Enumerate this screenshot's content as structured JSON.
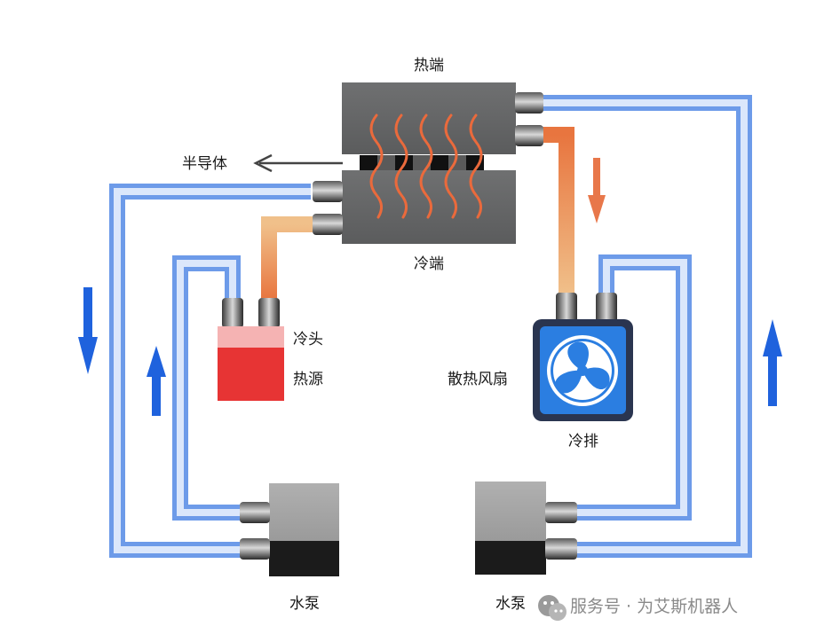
{
  "labels": {
    "hot_side": "热端",
    "cold_side": "冷端",
    "semiconductor": "半导体",
    "cold_head": "冷头",
    "heat_source": "热源",
    "fan": "散热风扇",
    "radiator": "冷排",
    "pump_left": "水泵",
    "pump_right": "水泵"
  },
  "watermark": {
    "text": "服务号 · 为艾斯机器人",
    "icon": "wechat-icon"
  },
  "colors": {
    "background": "#ffffff",
    "pipe_blue": "#6d9be9",
    "pipe_light": "#d5e3fa",
    "pipe_hot": "#e58049",
    "arrow_blue": "#1f62dd",
    "arrow_orange": "#e8774a",
    "tec_block": "#646566",
    "heat_source": "#e73434",
    "cold_head": "#f5b3b3",
    "pump_body": "#a5a5a5",
    "pump_base": "#1b1b1b",
    "radiator_frame": "#2a3550",
    "fan_face": "#2b7ee1"
  }
}
